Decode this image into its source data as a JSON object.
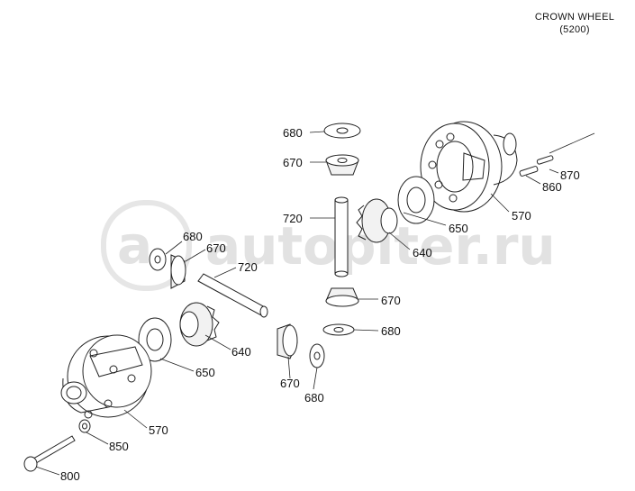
{
  "header": {
    "title": "CROWN WHEEL",
    "code": "(5200)"
  },
  "watermark": {
    "text": "autopiter.ru",
    "color": "#e2e2e2"
  },
  "labels": {
    "l680a": "680",
    "l670a": "670",
    "l720a": "720",
    "l650a": "650",
    "l640a": "640",
    "l570a": "570",
    "l870": "870",
    "l860": "860",
    "l670b": "670",
    "l680b": "680",
    "l680c": "680",
    "l670c": "670",
    "l720b": "720",
    "l640b": "640",
    "l650b": "650",
    "l670d": "670",
    "l680d": "680",
    "l570b": "570",
    "l850": "850",
    "l800": "800"
  }
}
